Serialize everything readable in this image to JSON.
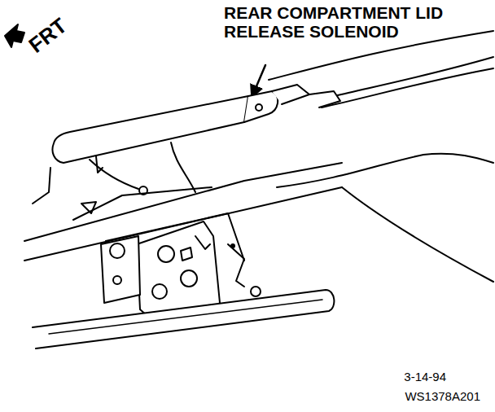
{
  "diagram": {
    "labels": [
      "FRT",
      "REAR COMPARTMENT LID RELEASE SOLENOID",
      "3-14-94",
      "WS1378A201"
    ]
  }
}
